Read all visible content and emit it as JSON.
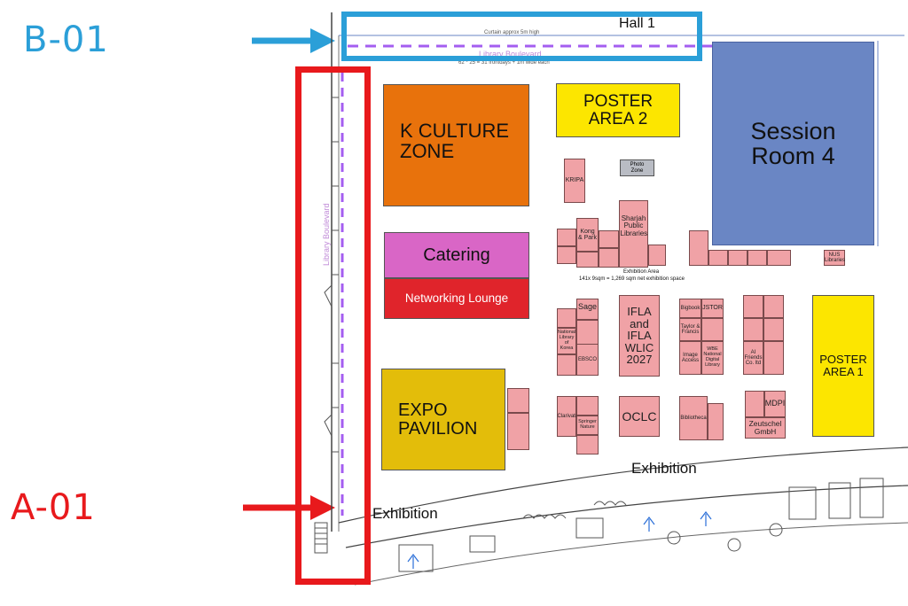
{
  "markers": {
    "b": {
      "label": "B-01",
      "color": "#2b9fd8"
    },
    "a": {
      "label": "A-01",
      "color": "#e8191c"
    }
  },
  "hall": {
    "title": "Hall 1",
    "curtain_note": "Curtain approx 5m high",
    "boulevard_top": "Library Boulevard",
    "boulevard_side": "Library Boulevard",
    "boulevard_note": "62 * 25 = 31 frontdays + 1m wide each"
  },
  "zones": {
    "k_culture": {
      "label": "K CULTURE ZONE",
      "color": "#e8720c"
    },
    "poster2": {
      "label": "POSTER AREA 2",
      "color": "#fce600"
    },
    "session4": {
      "label": "Session Room 4",
      "color": "#6a86c4"
    },
    "catering": {
      "label": "Catering",
      "color": "#d966c6"
    },
    "networking": {
      "label": "Networking Lounge",
      "color": "#e0242b"
    },
    "expo": {
      "label": "EXPO PAVILION",
      "color": "#e3bd0a"
    },
    "poster1": {
      "label": "POSTER AREA 1",
      "color": "#fce600"
    }
  },
  "photo_zone": "Photo Zone",
  "exhibition_area": {
    "title": "Exhibition Area",
    "note": "141x 9sqm = 1,269 sqm net exhibition space"
  },
  "booths": {
    "kripa": "KRIPA",
    "sharjah": "Sharjah Public Libraries",
    "kong_park": "Kong & Park",
    "sage": "Sage",
    "ifla": "IFLA and IFLA WLIC 2027",
    "jstor": "JSTOR",
    "oclc": "OCLC",
    "mdpi": "MDPI",
    "zeutschel": "Zeutschel GmbH",
    "bibliotheca": "Bibliotheca",
    "clarivate": "Clarivate",
    "ai_friends": "AI Friends Co. ltd",
    "image_access": "Image Access",
    "bigbook": "Bigbook",
    "taylor_francis": "Taylor & Francis",
    "wdl": "WBE National Digital Library",
    "national_library": "National Library of Korea",
    "ebsco": "EBSCO",
    "springer": "Springer Nature",
    "nus": "NUS Libraries"
  },
  "labels": {
    "exhibition_right": "Exhibition",
    "exhibition_left": "Exhibition"
  }
}
